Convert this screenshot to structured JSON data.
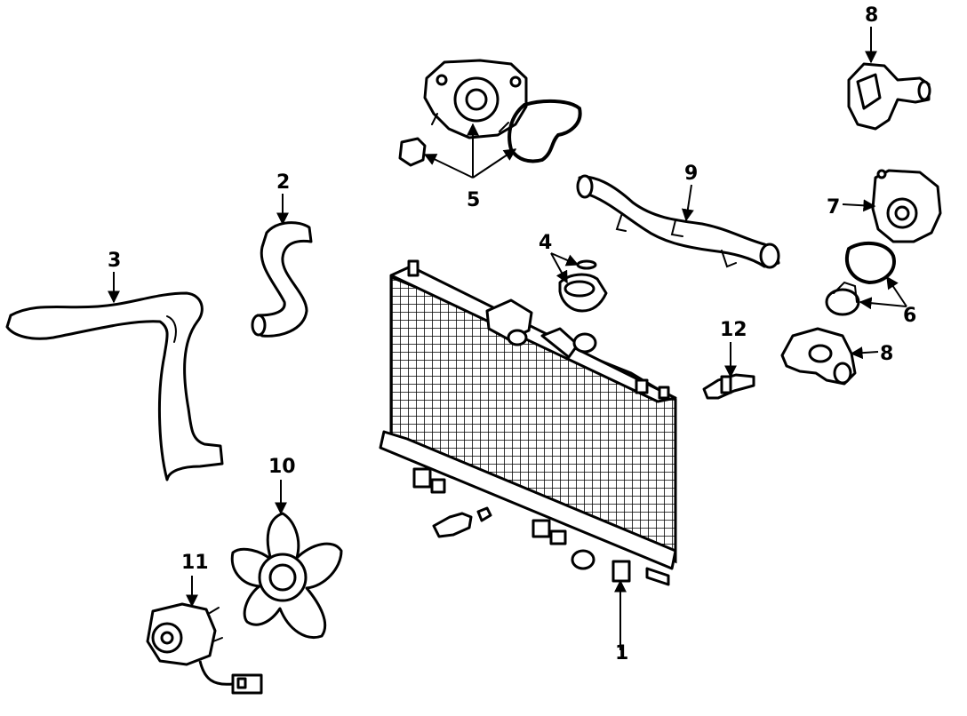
{
  "callouts": {
    "c1": "1",
    "c2": "2",
    "c3": "3",
    "c4": "4",
    "c5": "5",
    "c6": "6",
    "c7": "7",
    "c8_top": "8",
    "c8_mid": "8",
    "c9": "9",
    "c10": "10",
    "c11": "11",
    "c12": "12"
  },
  "colors": {
    "line": "#000000",
    "background": "#ffffff"
  }
}
